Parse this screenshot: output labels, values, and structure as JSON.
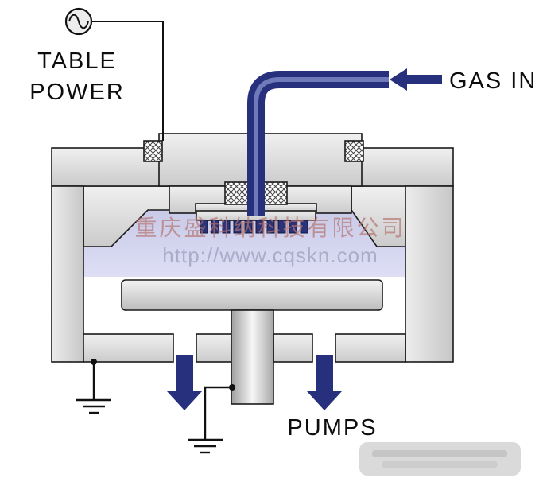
{
  "diagram": {
    "labels": {
      "table_power_line1": "TABLE",
      "table_power_line2": "POWER",
      "gas_in": "GAS IN",
      "pumps": "PUMPS"
    },
    "watermark": {
      "line1": "重庆盛科纳科技有限公司",
      "line2": "http://www.cqskn.com"
    },
    "colors": {
      "gas_pipe": "#27307c",
      "pipe_highlight": "#7b87c4",
      "pump_arrow": "#27307c",
      "chamber_fill": "#d9d9d9",
      "plasma_fill": "#ccceec",
      "outline": "#1a1a1a",
      "watermark_cn": "#b5736e",
      "watermark_url": "#a3a6c4"
    }
  }
}
